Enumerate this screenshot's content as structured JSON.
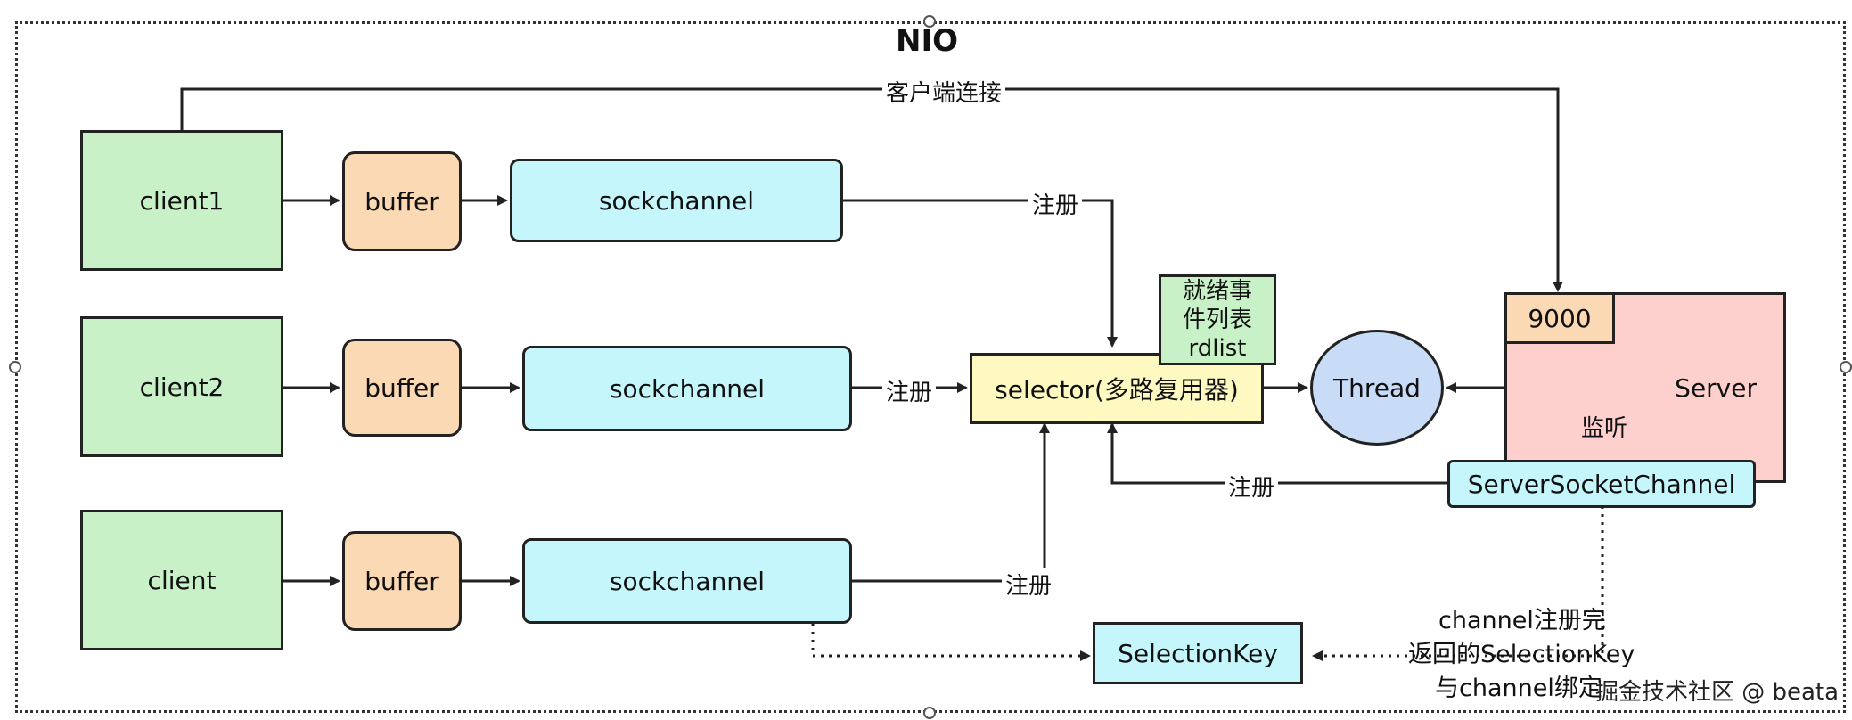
{
  "title": "NIO",
  "clients": [
    {
      "client": "client1",
      "buffer": "buffer",
      "channel": "sockchannel",
      "register": "注册"
    },
    {
      "client": "client2",
      "buffer": "buffer",
      "channel": "sockchannel",
      "register": "注册"
    },
    {
      "client": "client",
      "buffer": "buffer",
      "channel": "sockchannel",
      "register": "注册"
    }
  ],
  "connect_label": "客户端连接",
  "ready_list": [
    "就绪事",
    "件列表",
    "rdlist"
  ],
  "selector": "selector(多路复用器)",
  "thread": "Thread",
  "server": {
    "label": "Server",
    "port": "9000",
    "listen_label": "监听",
    "channel": "ServerSocketChannel",
    "register": "注册"
  },
  "selection_key": "SelectionKey",
  "note": [
    "channel注册完",
    "返回的SelectionKey",
    "与channel绑定"
  ],
  "watermark": "掘金技术社区 @ beata"
}
